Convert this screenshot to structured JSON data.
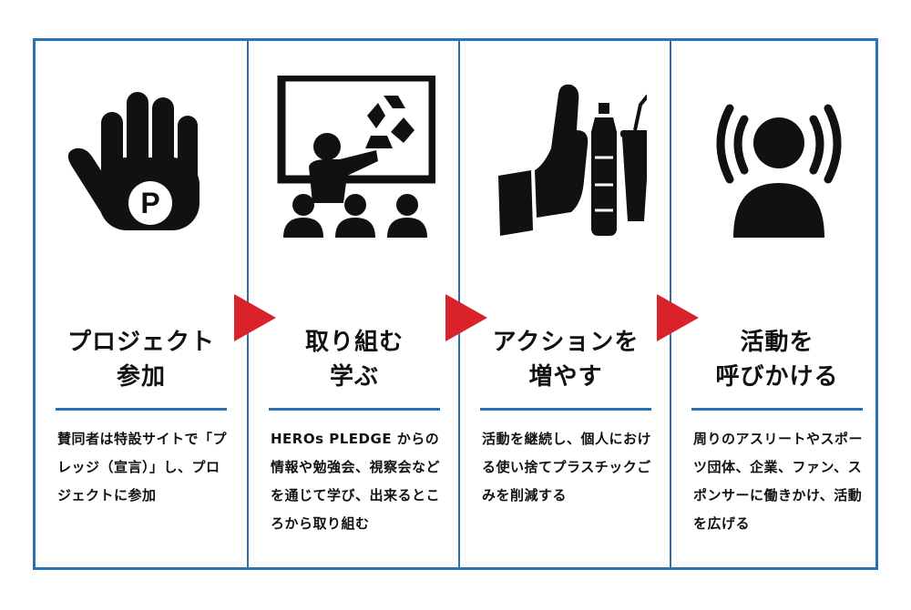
{
  "colors": {
    "border": "#2a72b8",
    "arrow": "#d9222a",
    "ink": "#111111"
  },
  "steps": [
    {
      "icon": "stop-hand-p-icon",
      "title_line1": "プロジェクト",
      "title_line2": "参加",
      "desc": "賛同者は特設サイトで「プレッジ（宣言）」し、プロジェクトに参加"
    },
    {
      "icon": "teacher-recycle-icon",
      "title_line1": "取り組む",
      "title_line2": "学ぶ",
      "desc": "HEROs PLEDGE からの情報や勉強会、視察会などを通じて学び、出来るところから取り組む"
    },
    {
      "icon": "refuse-plastic-icon",
      "title_line1": "アクションを",
      "title_line2": "増やす",
      "desc": "活動を継続し、個人における使い捨てプラスチックごみを削減する"
    },
    {
      "icon": "broadcast-person-icon",
      "title_line1": "活動を",
      "title_line2": "呼びかける",
      "desc": "周りのアスリートやスポーツ団体、企業、ファン、スポンサーに働きかけ、活動を広げる"
    }
  ]
}
